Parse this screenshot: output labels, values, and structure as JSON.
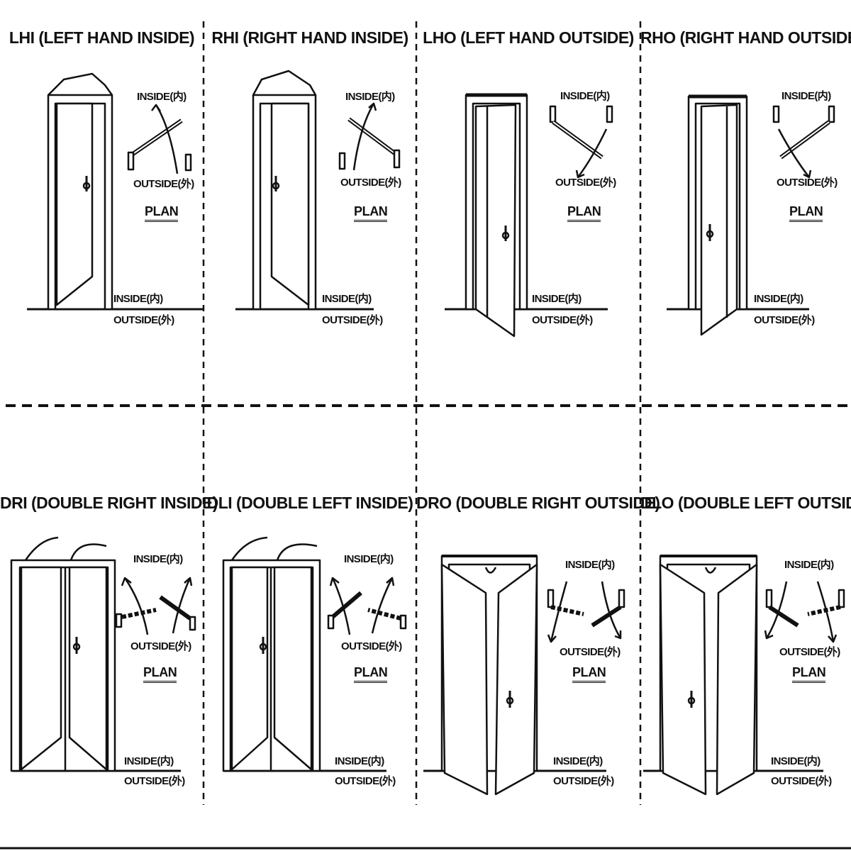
{
  "panels": [
    {
      "title": "LHI (LEFT HAND INSIDE)",
      "plan_inside": "INSIDE(内)",
      "plan_outside": "OUTSIDE(外)",
      "plan_label": "PLAN",
      "floor_inside": "INSIDE(内)",
      "floor_outside": "OUTSIDE(外)"
    },
    {
      "title": "RHI (RIGHT HAND INSIDE)",
      "plan_inside": "INSIDE(内)",
      "plan_outside": "OUTSIDE(外)",
      "plan_label": "PLAN",
      "floor_inside": "INSIDE(内)",
      "floor_outside": "OUTSIDE(外)"
    },
    {
      "title": "LHO (LEFT HAND OUTSIDE)",
      "plan_inside": "INSIDE(内)",
      "plan_outside": "OUTSIDE(外)",
      "plan_label": "PLAN",
      "floor_inside": "INSIDE(内)",
      "floor_outside": "OUTSIDE(外)"
    },
    {
      "title": "RHO (RIGHT HAND OUTSIDE)",
      "plan_inside": "INSIDE(内)",
      "plan_outside": "OUTSIDE(外)",
      "plan_label": "PLAN",
      "floor_inside": "INSIDE(内)",
      "floor_outside": "OUTSIDE(外)"
    },
    {
      "title": "DRI (DOUBLE RIGHT INSIDE)",
      "plan_inside": "INSIDE(内)",
      "plan_outside": "OUTSIDE(外)",
      "plan_label": "PLAN",
      "floor_inside": "INSIDE(内)",
      "floor_outside": "OUTSIDE(外)"
    },
    {
      "title": "DLI (DOUBLE LEFT INSIDE)",
      "plan_inside": "INSIDE(内)",
      "plan_outside": "OUTSIDE(外)",
      "plan_label": "PLAN",
      "floor_inside": "INSIDE(内)",
      "floor_outside": "OUTSIDE(外)"
    },
    {
      "title": "DRO (DOUBLE RIGHT OUTSIDE)",
      "plan_inside": "INSIDE(内)",
      "plan_outside": "OUTSIDE(外)",
      "plan_label": "PLAN",
      "floor_inside": "INSIDE(内)",
      "floor_outside": "OUTSIDE(外)"
    },
    {
      "title": "DLO (DOUBLE LEFT OUTSIDE)",
      "plan_inside": "INSIDE(内)",
      "plan_outside": "OUTSIDE(外)",
      "plan_label": "PLAN",
      "floor_inside": "INSIDE(内)",
      "floor_outside": "OUTSIDE(外)"
    }
  ],
  "colors": {
    "ink": "#111111",
    "background": "#ffffff"
  }
}
